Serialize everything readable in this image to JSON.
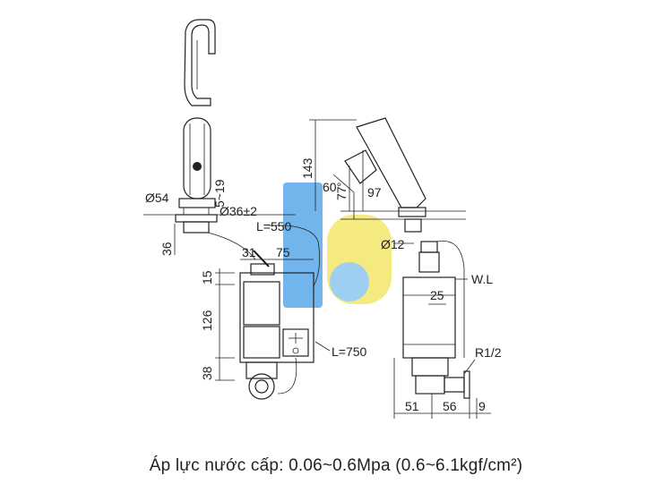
{
  "brand_colors": {
    "blue": "#5aa9ea",
    "yellow": "#f3e76a",
    "light_blue": "#8ec6f0"
  },
  "dimensions": {
    "d54": "Ø54",
    "d36": "Ø36±2",
    "r5_19": "5~19",
    "l550": "L=550",
    "h36": "36",
    "w31": "31",
    "w75": "75",
    "h15": "15",
    "h126": "126",
    "h38": "38",
    "l750": "L=750",
    "h143": "143",
    "a60": "60°",
    "h77": "77",
    "h97": "97",
    "d12": "Ø12",
    "wl": "W.L",
    "w25": "25",
    "r12": "R1/2",
    "w51": "51",
    "w56": "56",
    "w9": "9"
  },
  "caption": "Áp lực nước cấp: 0.06~0.6Mpa (0.6~6.1kgf/cm²)"
}
